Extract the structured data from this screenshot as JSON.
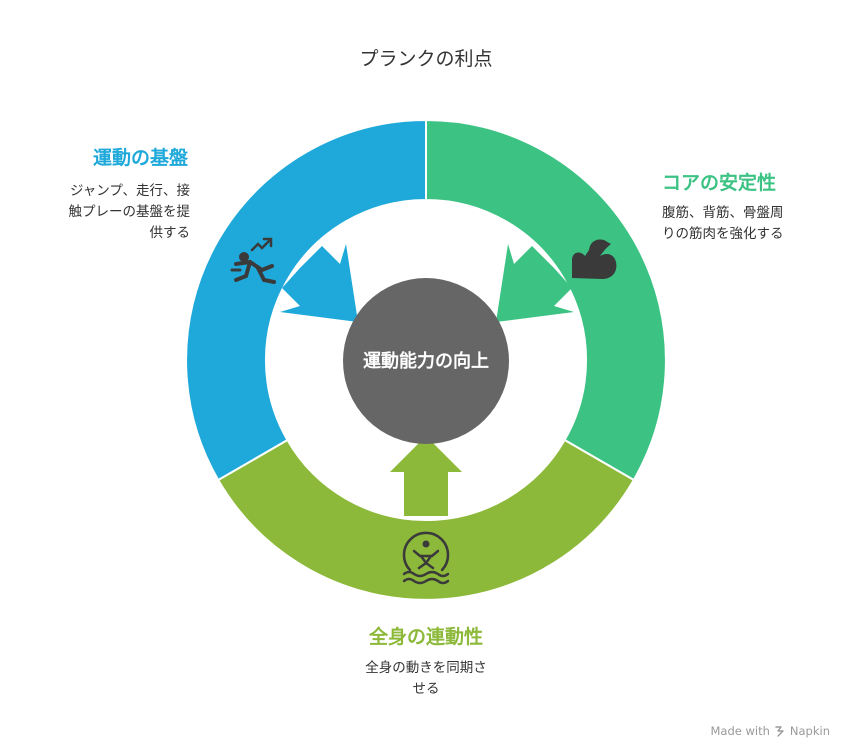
{
  "title": "プランクの利点",
  "center": {
    "label": "運動能力の向上",
    "color": "#666666"
  },
  "segments": [
    {
      "title": "運動の基盤",
      "description": "ジャンプ、走行、接\n触プレーの基盤を提\n供する",
      "color": "#1fa9da",
      "icon": "running-athlete-icon"
    },
    {
      "title": "コアの安定性",
      "description": "腹筋、背筋、骨盤周\nりの筋肉を強化する",
      "color": "#3cc384",
      "icon": "flexed-bicep-icon"
    },
    {
      "title": "全身の連動性",
      "description": "全身の動きを同期さ\nせる",
      "color": "#8db93a",
      "icon": "swimmer-icon"
    }
  ],
  "footer": {
    "made_with": "Made with",
    "brand": "Napkin"
  }
}
